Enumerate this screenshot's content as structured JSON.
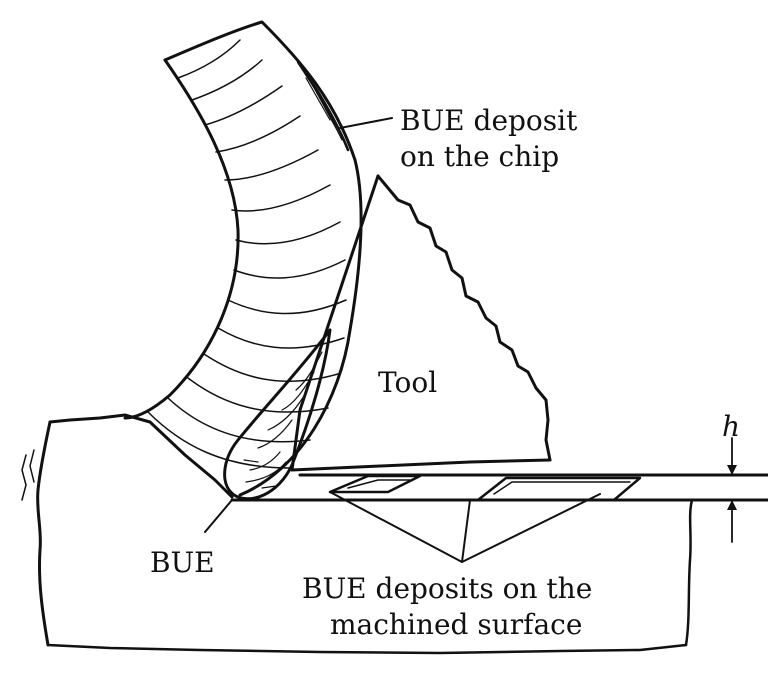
{
  "labels": {
    "bue_chip_line1": "BUE deposit",
    "bue_chip_line2": "on the chip",
    "tool": "Tool",
    "bue": "BUE",
    "surface_line1": "BUE deposits on the",
    "surface_line2": "machined surface",
    "depth_symbol": "h"
  },
  "colors": {
    "ink": "#111111",
    "paper": "#ffffff"
  }
}
